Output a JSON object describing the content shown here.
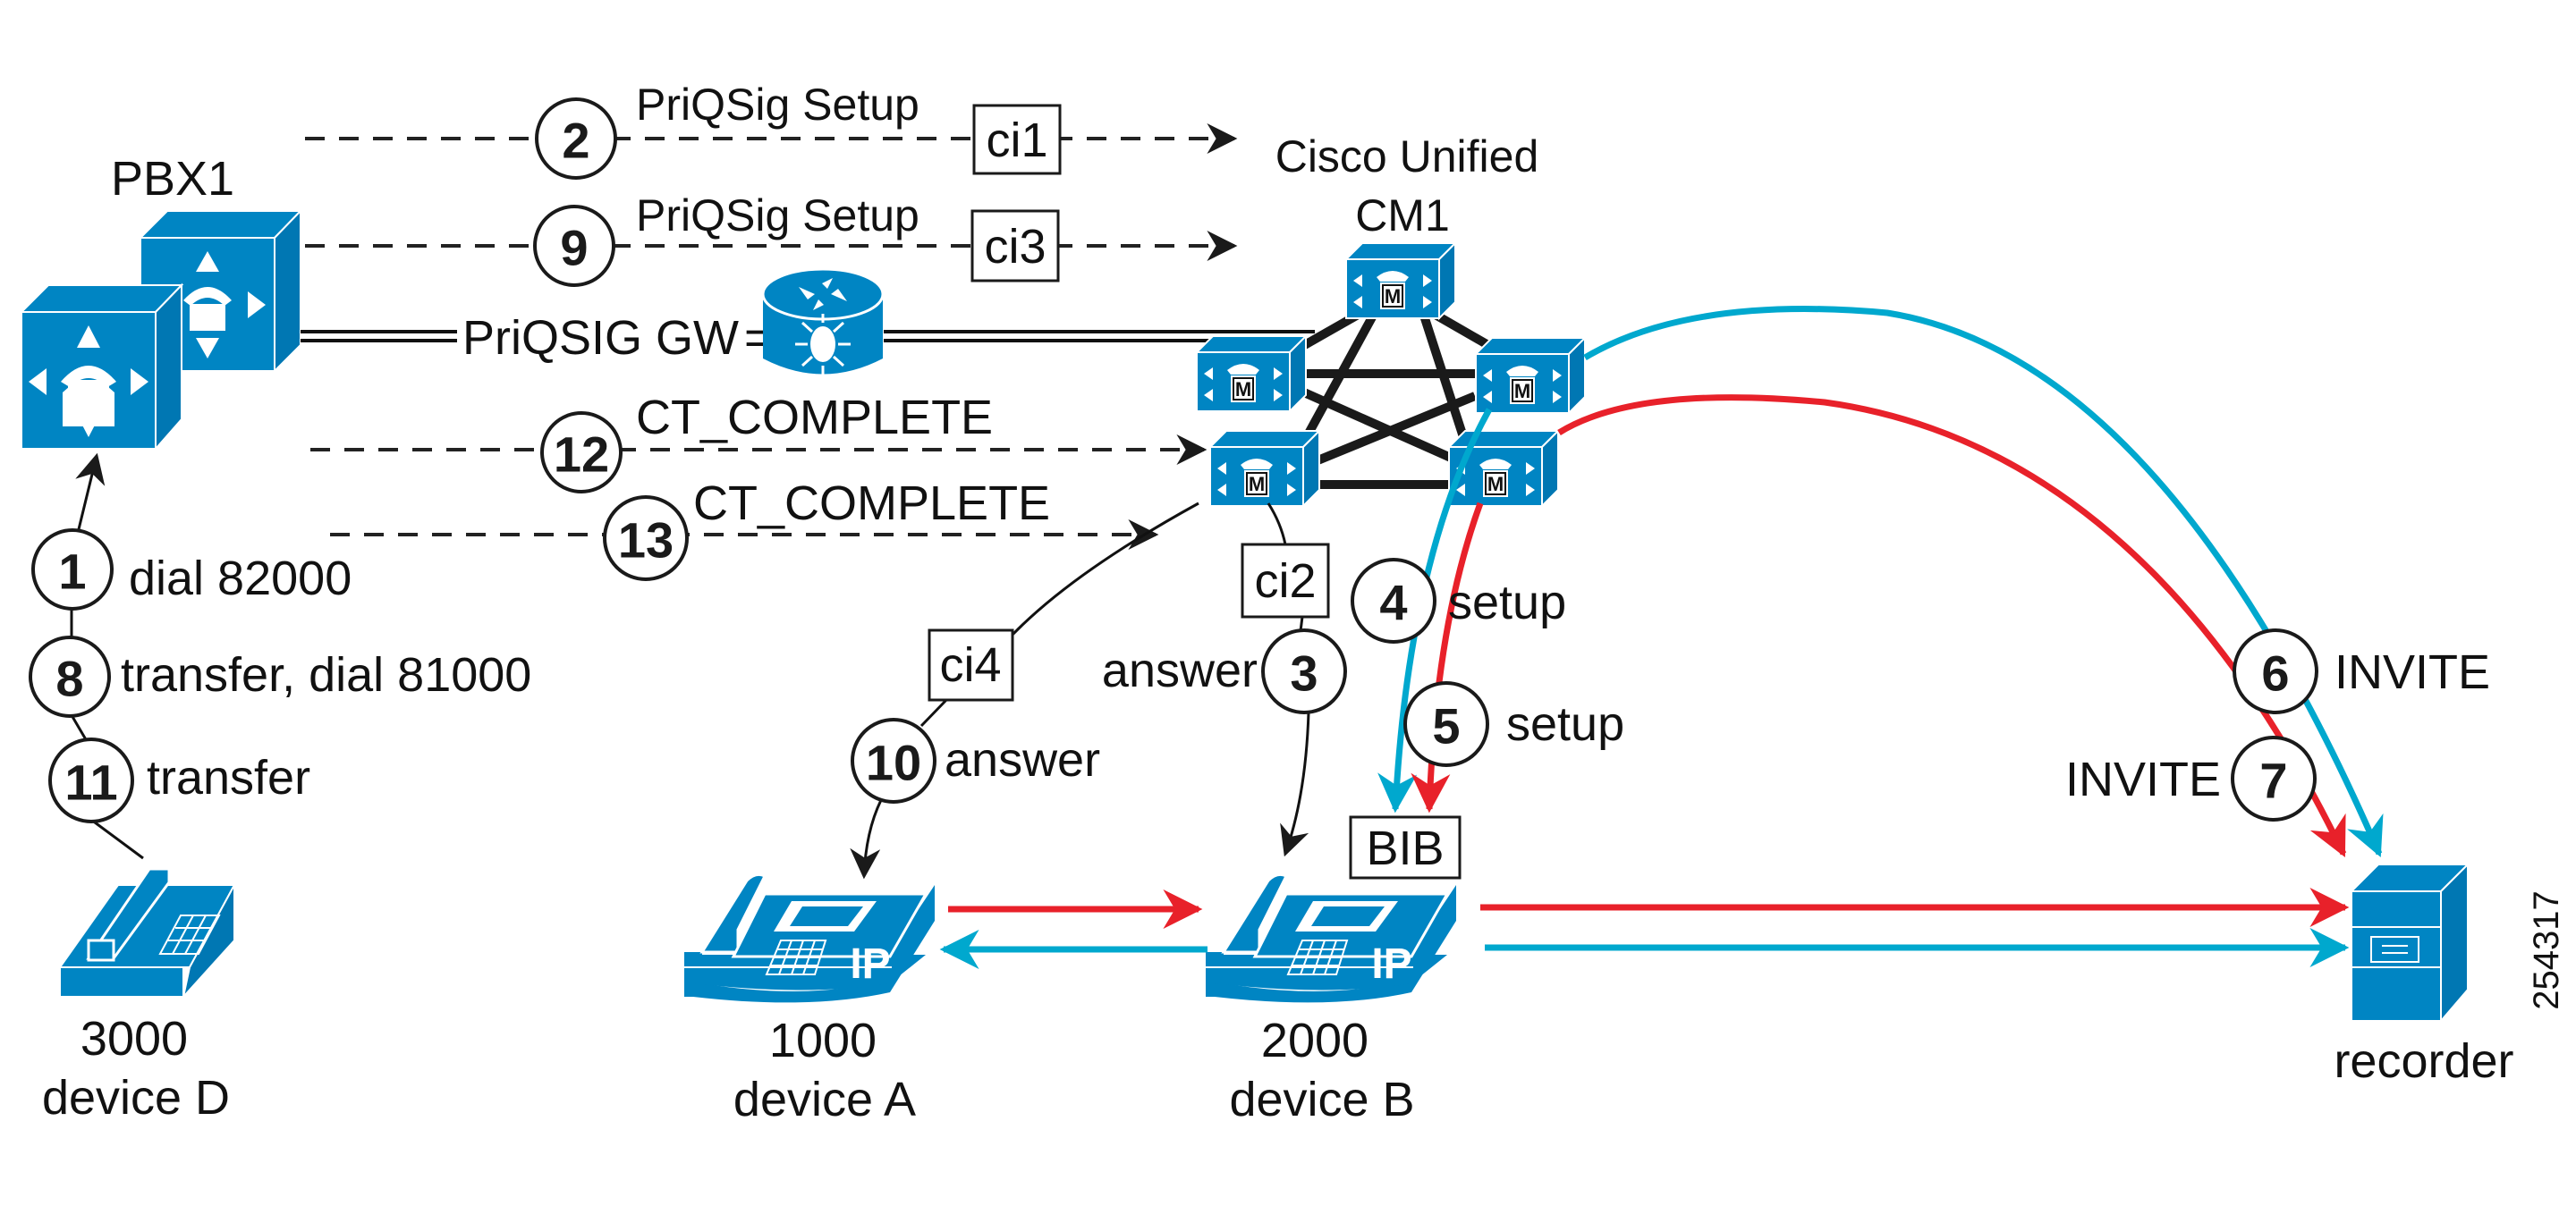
{
  "diagram": {
    "nodes": {
      "pbx": {
        "label": "PBX1"
      },
      "gateway": {
        "label": "PriQSIG GW",
        "connector": "="
      },
      "cm_cluster": {
        "label_line1": "Cisco Unified",
        "label_line2": "CM1",
        "node_badge": "M"
      },
      "device_d": {
        "number": "3000",
        "name": "device D"
      },
      "device_a": {
        "number": "1000",
        "name": "device A"
      },
      "device_b": {
        "number": "2000",
        "name": "device B"
      },
      "recorder": {
        "name": "recorder"
      }
    },
    "steps": [
      {
        "num": "1",
        "label": "dial 82000"
      },
      {
        "num": "2",
        "label": "PriQSig Setup",
        "tag": "ci1"
      },
      {
        "num": "3",
        "label": "answer",
        "tag": "ci2"
      },
      {
        "num": "4",
        "label": "setup"
      },
      {
        "num": "5",
        "label": "setup"
      },
      {
        "num": "6",
        "label": "INVITE"
      },
      {
        "num": "7",
        "label": "INVITE"
      },
      {
        "num": "8",
        "label": "transfer, dial 81000"
      },
      {
        "num": "9",
        "label": "PriQSig Setup",
        "tag": "ci3"
      },
      {
        "num": "10",
        "label": "answer",
        "tag": "ci4"
      },
      {
        "num": "11",
        "label": "transfer"
      },
      {
        "num": "12",
        "label": "CT_COMPLETE"
      },
      {
        "num": "13",
        "label": "CT_COMPLETE"
      }
    ],
    "bib_label": "BIB",
    "phone_badge": "IP",
    "figure_id": "254317",
    "colors": {
      "device_blue": "#0085C3",
      "stream_red": "#E8212A",
      "stream_cyan": "#00A8CE"
    }
  }
}
